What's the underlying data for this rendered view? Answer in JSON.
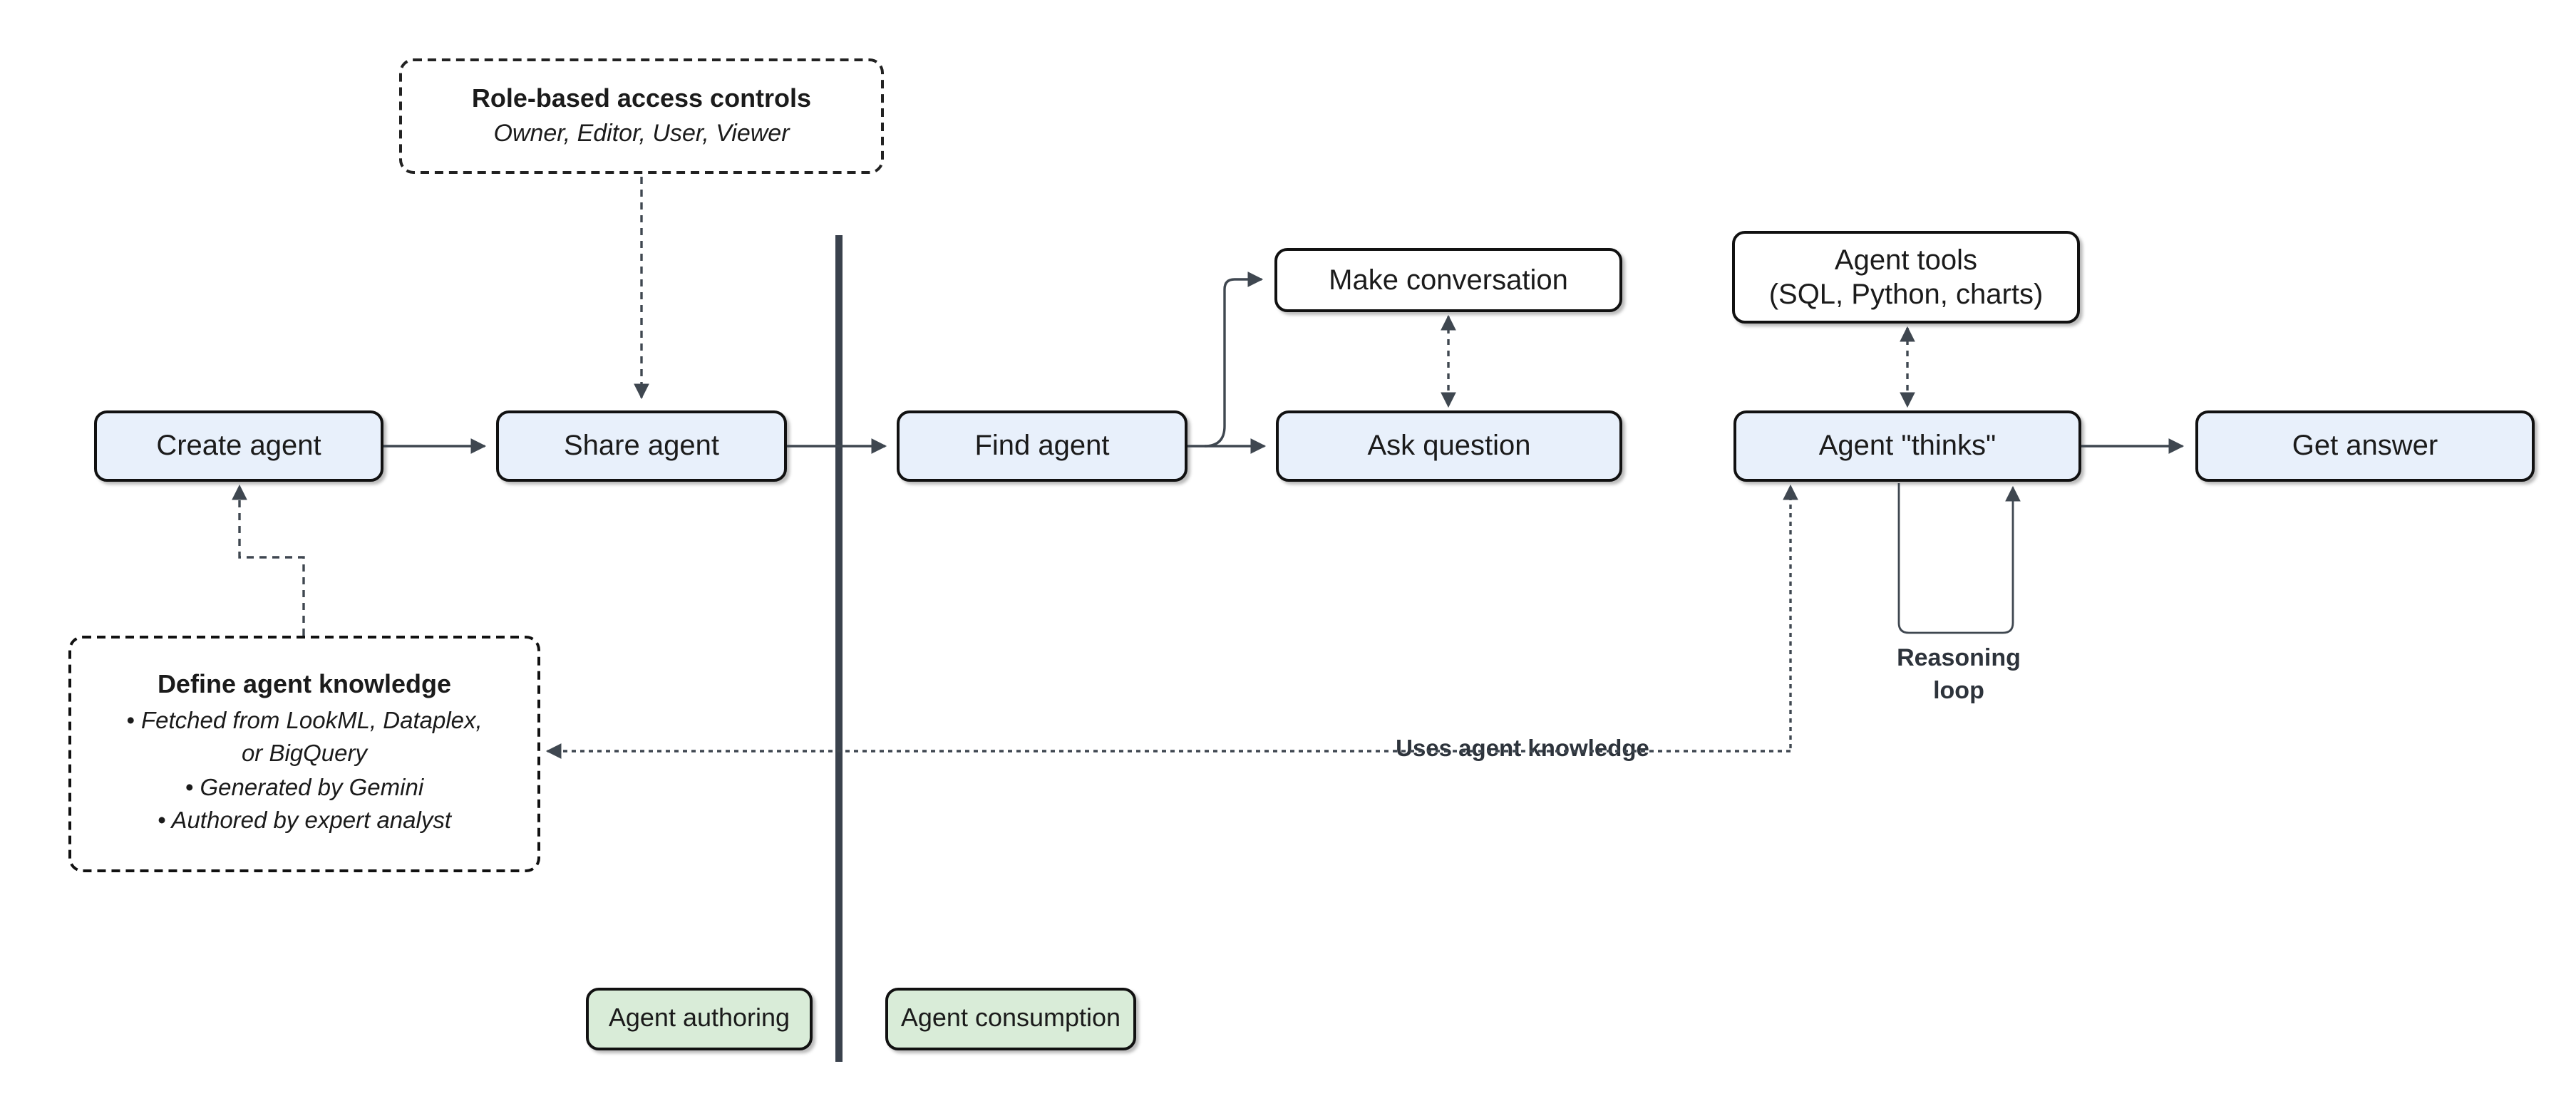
{
  "diagram": {
    "nodes": {
      "create_agent": "Create agent",
      "share_agent": "Share agent",
      "find_agent": "Find agent",
      "make_conversation": "Make conversation",
      "ask_question": "Ask question",
      "agent_tools_line1": "Agent tools",
      "agent_tools_line2": "(SQL, Python, charts)",
      "agent_thinks": "Agent \"thinks\"",
      "get_answer": "Get answer"
    },
    "callouts": {
      "role_box": {
        "title": "Role-based access controls",
        "subtitle": "Owner, Editor, User, Viewer"
      },
      "define_box": {
        "title": "Define agent knowledge",
        "items": [
          "• Fetched from LookML, Dataplex, or BigQuery",
          "• Generated by Gemini",
          "• Authored by expert analyst"
        ]
      }
    },
    "labels": {
      "reasoning_loop": "Reasoning loop",
      "uses_agent_knowledge": "Uses agent knowledge"
    },
    "legend": {
      "authoring": "Agent authoring",
      "consumption": "Agent consumption"
    },
    "colors": {
      "node_fill_blue": "#e8f0fb",
      "node_fill_white": "#ffffff",
      "legend_fill_green": "#d9ecd8",
      "node_border": "#111111",
      "connector": "#3f4750",
      "divider": "#3a424d",
      "text": "#1b1b1b"
    }
  }
}
